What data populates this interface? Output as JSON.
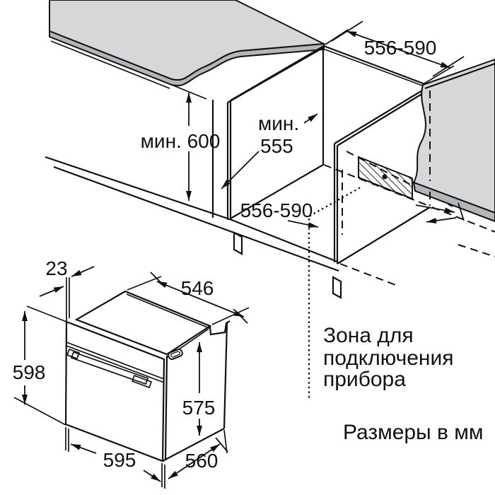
{
  "colors": {
    "surface_gray": "#d6d7d8",
    "edge_gray": "#b3b6b8",
    "line": "#111111"
  },
  "installation_view": {
    "min_height": "мин. 600",
    "min_depth_label": "мин.",
    "min_depth_value": "555",
    "niche_width_top": "556-590",
    "niche_width_bottom": "556-590"
  },
  "oven_view": {
    "door_overhang": "23",
    "top_depth": "546",
    "front_height": "598",
    "body_height": "575",
    "front_width": "595",
    "body_depth": "560"
  },
  "annotations": {
    "connection_zone_line1": "Зона для",
    "connection_zone_line2": "подключения",
    "connection_zone_line3": "прибора",
    "units_note": "Размеры в мм"
  }
}
